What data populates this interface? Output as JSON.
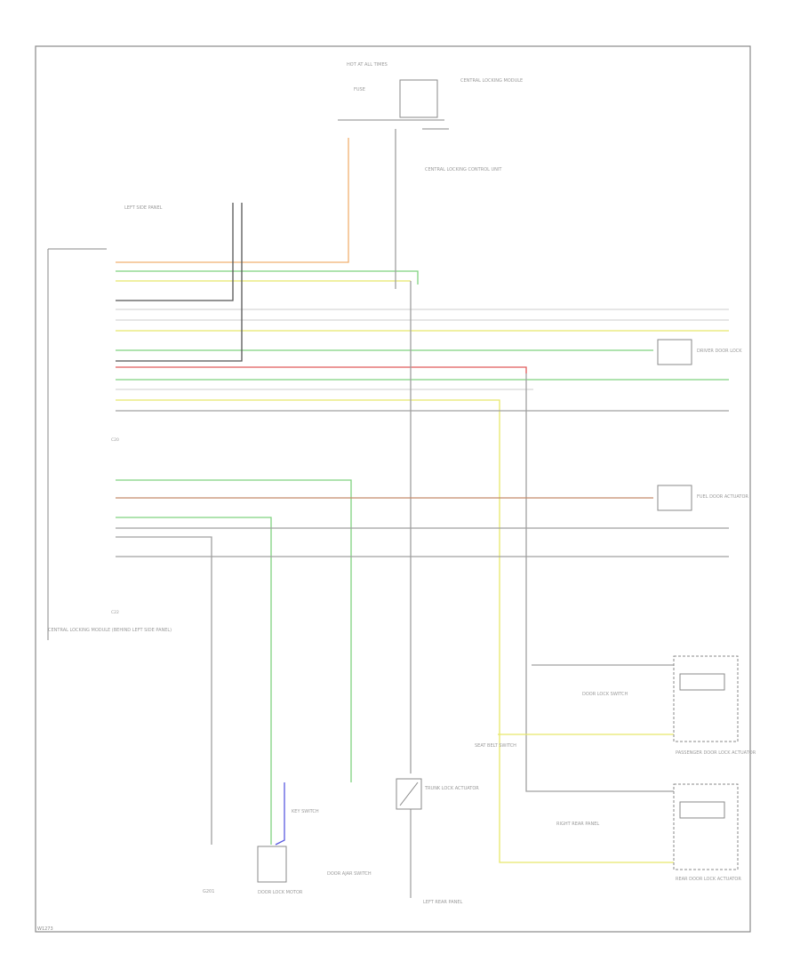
{
  "footer_code": "W1273",
  "colors": {
    "orange": "#f0b070",
    "green": "#7fd27f",
    "yellow": "#e8e86a",
    "red": "#e05a5a",
    "gray": "#a0a0a0",
    "dark": "#555555",
    "blue": "#5a5ae0",
    "brown": "#c48a6a",
    "light": "#d8d8d8"
  },
  "labels": {
    "top_fuse": "HOT AT ALL TIMES",
    "top_fuse_sub": "FUSE",
    "central_unit": "CENTRAL LOCKING MODULE",
    "central_unit_lower": "CENTRAL LOCKING CONTROL UNIT",
    "left_ground": "LEFT SIDE PANEL",
    "module_main": "CENTRAL LOCKING MODULE (BEHIND LEFT SIDE PANEL)",
    "connector_a": "C20",
    "connector_b": "C22",
    "right_comp_1": "DRIVER DOOR LOCK",
    "right_comp_2": "FUEL DOOR ACTUATOR",
    "door_sw_label": "DOOR LOCK SWITCH",
    "pass_door": "PASSENGER DOOR LOCK ACTUATOR",
    "rear_door": "REAR DOOR LOCK ACTUATOR",
    "trunk_act": "TRUNK LOCK ACTUATOR",
    "ground_g": "G201",
    "ground_right": "RIGHT REAR PANEL",
    "bottom_1": "DOOR LOCK MOTOR",
    "bottom_2": "DOOR AJAR SWITCH",
    "bottom_3": "SEAT BELT SWITCH",
    "bottom_4": "LEFT REAR PANEL",
    "key_sw": "KEY SWITCH"
  }
}
